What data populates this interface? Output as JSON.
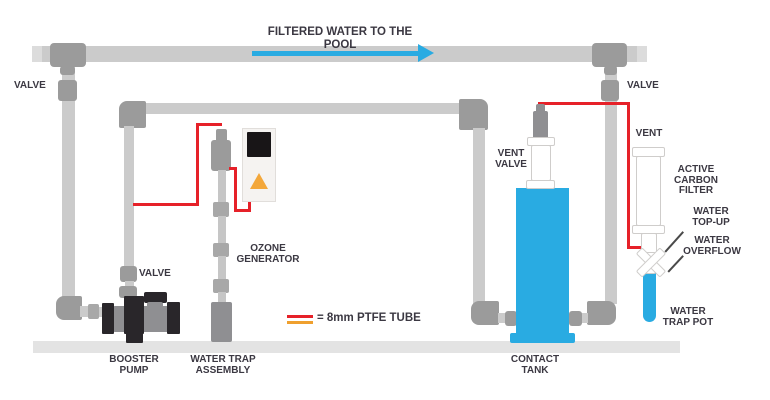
{
  "labels": {
    "filtered_water": "FILTERED WATER TO THE POOL",
    "valve_top_left": "VALVE",
    "valve_top_right": "VALVE",
    "valve_mid": "VALVE",
    "vent_valve": "VENT\nVALVE",
    "vent": "VENT",
    "active_carbon_filter": "ACTIVE\nCARBON\nFILTER",
    "water_top_up": "WATER\nTOP-UP",
    "water_overflow": "WATER\nOVERFLOW",
    "water_trap_pot": "WATER\nTRAP POT",
    "ozone_generator": "OZONE\nGENERATOR",
    "booster_pump": "BOOSTER\nPUMP",
    "water_trap_assembly": "WATER TRAP\nASSEMBLY",
    "contact_tank": "CONTACT\nTANK"
  },
  "legend": {
    "text": "= 8mm PTFE TUBE",
    "tube_colors": [
      "#e62129",
      "#efa02e"
    ]
  },
  "colors": {
    "water_blue": "#29abe2",
    "tube_red": "#e62129",
    "tube_orange": "#efa02e",
    "pipe_gray": "#cbcbcb",
    "fitting_gray": "#9b9b9b",
    "floor_gray": "#e3e3e3",
    "text_dark": "#3b3842",
    "indicator_orange": "#f3a73a"
  }
}
